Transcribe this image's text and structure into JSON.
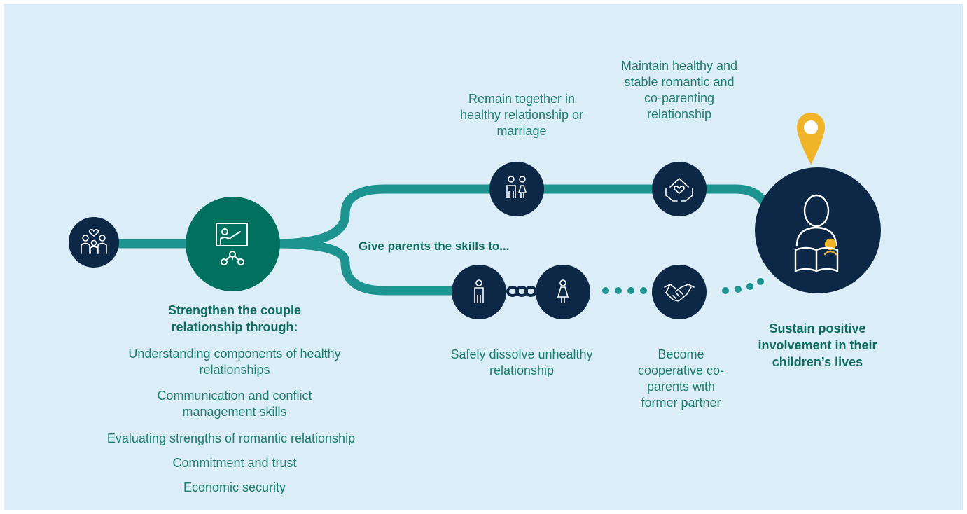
{
  "colors": {
    "background": "#dbedf6",
    "path": "#1e9490",
    "node": "#0c2846",
    "start_node": "#00705f",
    "text": "#1e7d70",
    "heading_text": "#0f6b5f",
    "pin": "#f0b429"
  },
  "start": {
    "heading": "Strengthen the couple relationship through:",
    "items": [
      "Understanding components of healthy relationships",
      "Communication and conflict management skills",
      "Evaluating strengths of romantic relationship",
      "Commitment and trust",
      "Economic security"
    ]
  },
  "branch_label": "Give parents the skills to...",
  "upper_path": {
    "step1": "Remain together in healthy relationship or marriage",
    "step2": "Maintain healthy and stable romantic and co-parenting relationship"
  },
  "lower_path": {
    "step1": "Safely dissolve unhealthy relationship",
    "step2": "Become cooperative co-parents with former partner"
  },
  "goal": "Sustain positive involvement in their children’s lives",
  "icons": {
    "family": "family-icon",
    "presentation": "presentation-icon",
    "couple": "couple-icon",
    "heart_hands": "heart-hands-icon",
    "man": "man-icon",
    "woman": "woman-icon",
    "broken_chain": "broken-chain-icon",
    "handshake": "handshake-icon",
    "reading_parent": "parent-reading-icon",
    "location_pin": "location-pin-icon"
  }
}
